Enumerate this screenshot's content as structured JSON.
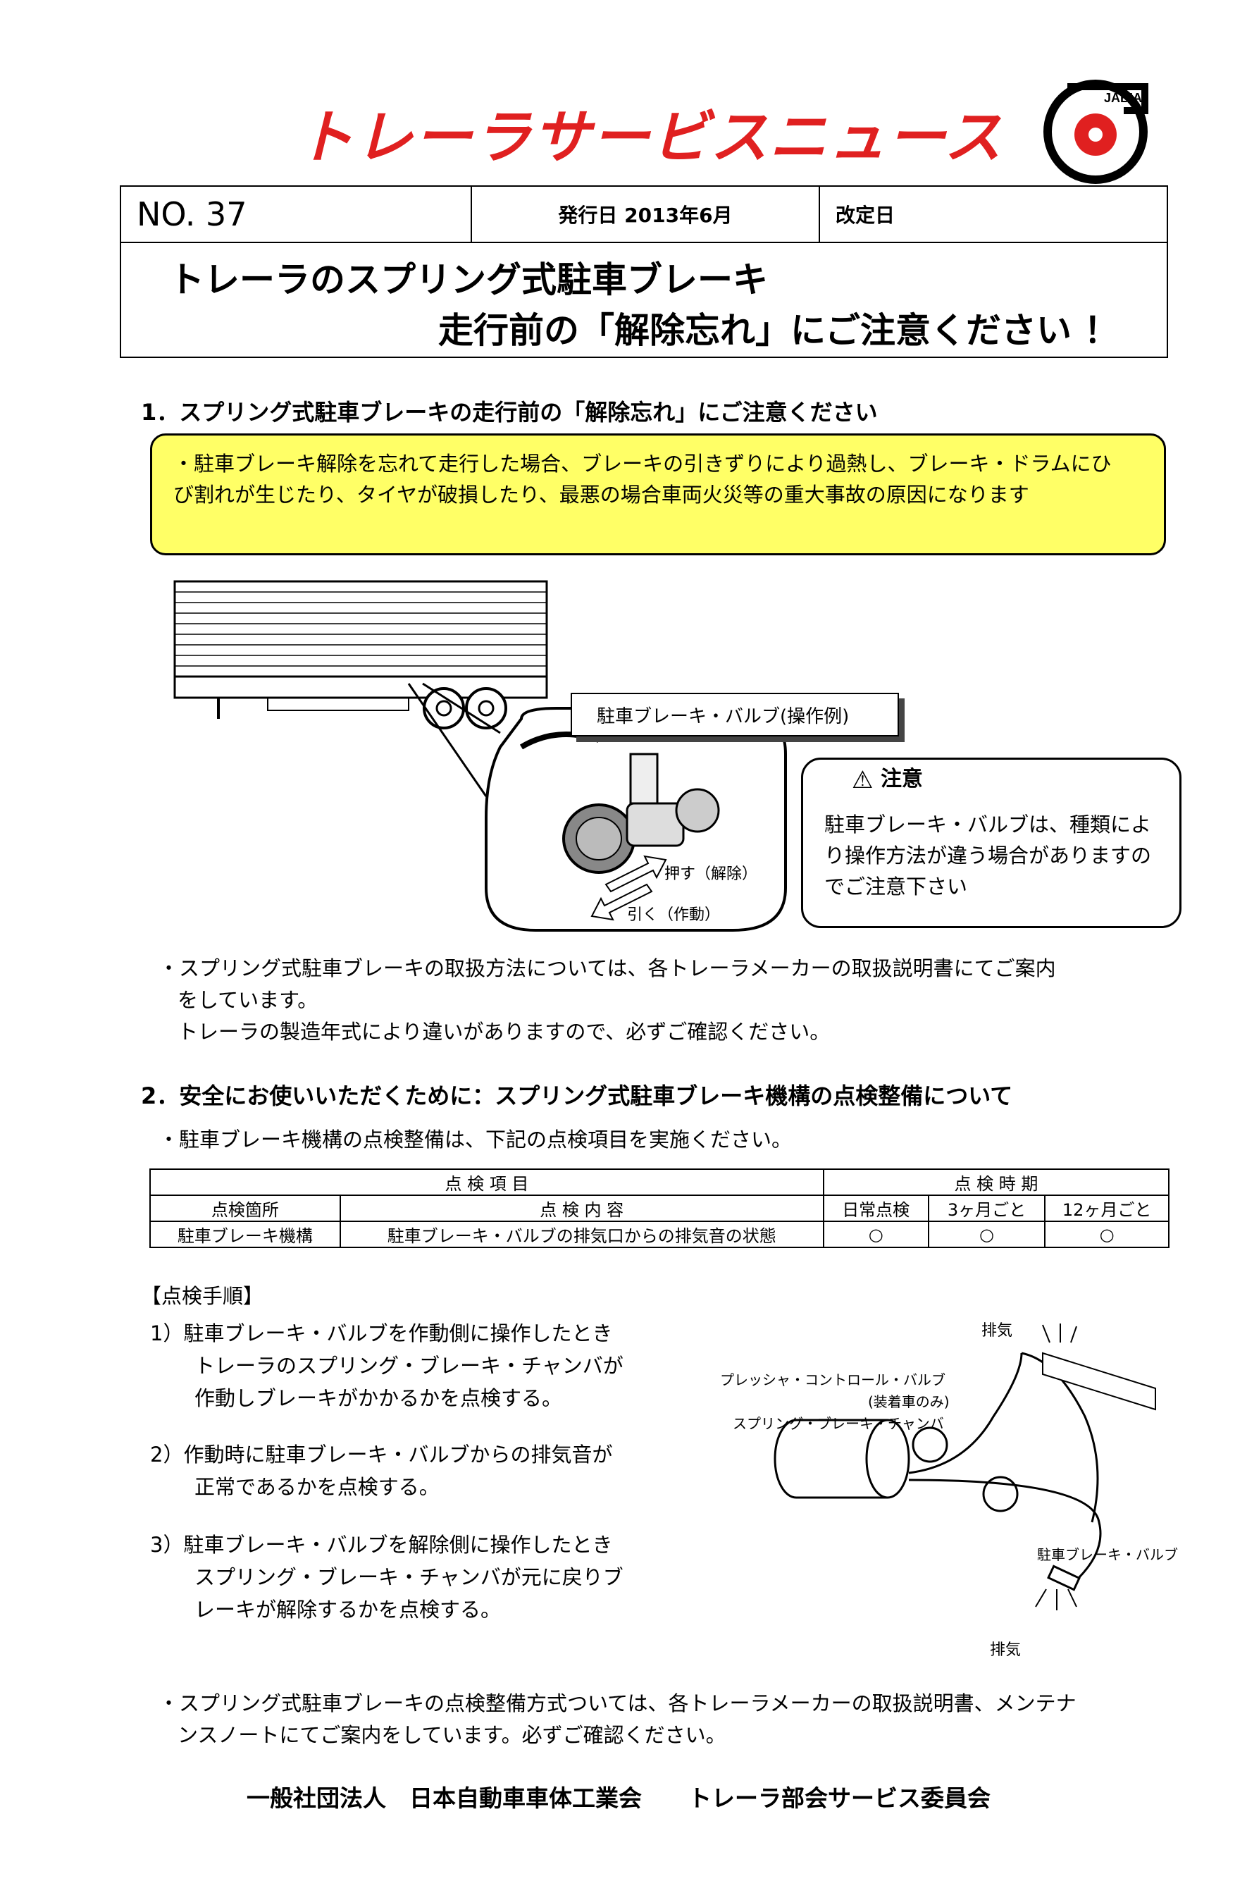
{
  "title": "トレーラサービスニュース",
  "logo_text": "JABIA",
  "header": {
    "number": "NO. 37",
    "issue_date": "発行日 2013年6月",
    "revision": "改定日",
    "headline_1": "トレーラのスプリング式駐車ブレーキ",
    "headline_2": "走行前の「解除忘れ」にご注意ください ！"
  },
  "section1": {
    "heading": "1．スプリング式駐車ブレーキの走行前の「解除忘れ」にご注意ください",
    "warning": "・駐車ブレーキ解除を忘れて走行した場合、ブレーキの引きずりにより過熱し、ブレーキ・ドラムにひび割れが生じたり、タイヤが破損したり、最悪の場合車両火災等の重大事故の原因になります",
    "valve_label": "駐車ブレーキ・バルブ(操作例)",
    "push_label": "押す（解除）",
    "pull_label": "引く（作動）",
    "caution_heading": "注意",
    "caution_text": "駐車ブレーキ・バルブは、種類により操作方法が違う場合がありますのでご注意下さい",
    "note_line1": "・スプリング式駐車ブレーキの取扱方法については、各トレーラメーカーの取扱説明書にてご案内",
    "note_line2": "をしています。",
    "note_line3": "トレーラの製造年式により違いがありますので、必ずご確認ください。"
  },
  "section2": {
    "heading": "2．安全にお使いいただくために：スプリング式駐車ブレーキ機構の点検整備について",
    "intro": "・駐車ブレーキ機構の点検整備は、下記の点検項目を実施ください。",
    "table": {
      "group_items": "点 検 項 目",
      "group_period": "点 検 時 期",
      "col_location": "点検箇所",
      "col_content": "点 検 内 容",
      "col_daily": "日常点検",
      "col_3m": "3ヶ月ごと",
      "col_12m": "12ヶ月ごと",
      "row_location": "駐車ブレーキ機構",
      "row_content": "駐車ブレーキ・バルブの排気口からの排気音の状態",
      "row_daily": "○",
      "row_3m": "○",
      "row_12m": "○"
    },
    "procedure_heading": "【点検手順】",
    "step1_l1": "1）駐車ブレーキ・バルブを作動側に操作したとき",
    "step1_l2": "トレーラのスプリング・ブレーキ・チャンバが",
    "step1_l3": "作動しブレーキがかかるかを点検する。",
    "step2_l1": "2）作動時に駐車ブレーキ・バルブからの排気音が",
    "step2_l2": "正常であるかを点検する。",
    "step3_l1": "3）駐車ブレーキ・バルブを解除側に操作したとき",
    "step3_l2": "スプリング・ブレーキ・チャンバが元に戻りブ",
    "step3_l3": "レーキが解除するかを点検する。",
    "diagram": {
      "exhaust_top": "排気",
      "pcv_l1": "プレッシャ・コントロール・バルブ",
      "pcv_l2": "(装着車のみ)",
      "chamber": "スプリング・ブレーキ・チャンバ",
      "valve": "駐車ブレーキ・バルブ",
      "exhaust_bottom": "排気"
    },
    "note_line1": "・スプリング式駐車ブレーキの点検整備方式ついては、各トレーラメーカーの取扱説明書、メンテナ",
    "note_line2": "ンスノートにてご案内をしています。必ずご確認ください。"
  },
  "footer": "一般社団法人　日本自動車車体工業会　　トレーラ部会サービス委員会"
}
